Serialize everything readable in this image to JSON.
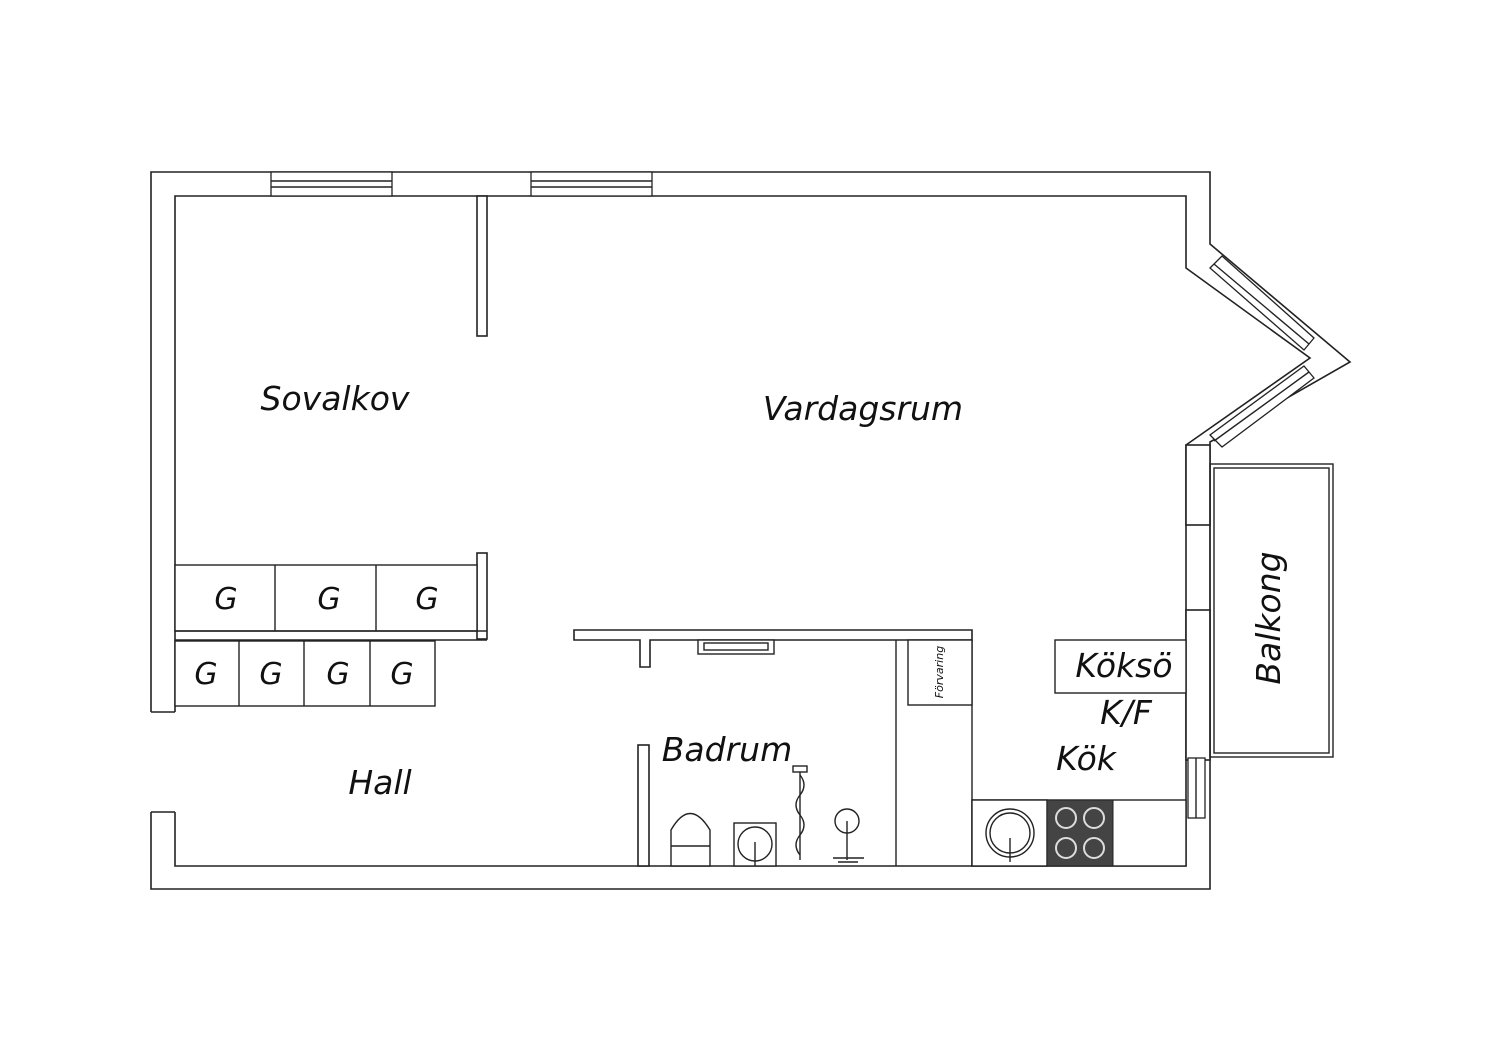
{
  "plan": {
    "rooms": {
      "sovalkov": "Sovalkov",
      "vardagsrum": "Vardagsrum",
      "hall": "Hall",
      "badrum": "Badrum",
      "kok": "Kök",
      "kokso": "Köksö",
      "kf": "K/F",
      "balkong": "Balkong",
      "forvaring": "Förvaring"
    },
    "wardrobes_upper": [
      "G",
      "G",
      "G"
    ],
    "wardrobes_lower": [
      "G",
      "G",
      "G",
      "G"
    ],
    "colors": {
      "line": "#222222",
      "background": "#ffffff",
      "stove": "#444444"
    }
  }
}
